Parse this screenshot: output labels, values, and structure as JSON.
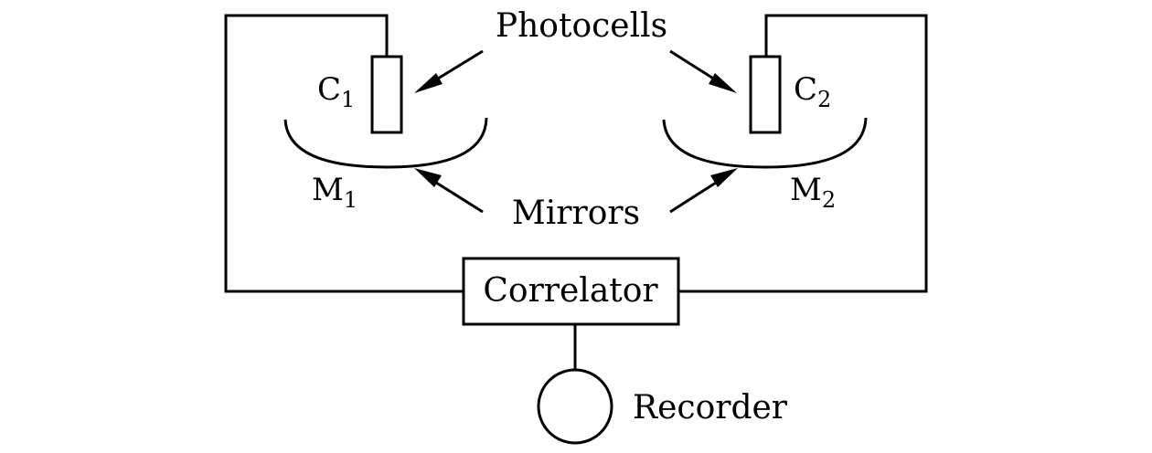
{
  "labels": {
    "photocells": "Photocells",
    "mirrors": "Mirrors",
    "correlator": "Correlator",
    "recorder": "Recorder",
    "c1_base": "C",
    "c1_sub": "1",
    "c2_base": "C",
    "c2_sub": "2",
    "m1_base": "M",
    "m1_sub": "1",
    "m2_base": "M",
    "m2_sub": "2"
  }
}
